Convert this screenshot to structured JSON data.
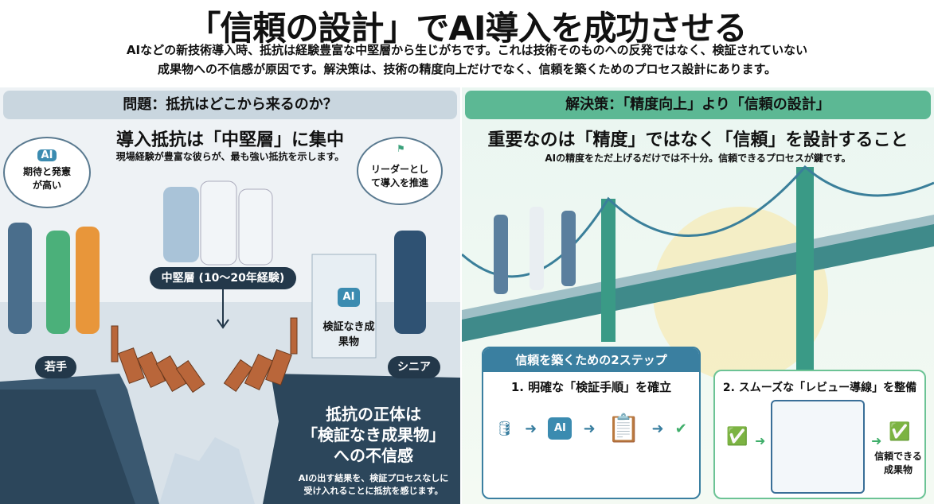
{
  "title": "「信頼の設計」でAI導入を成功させる",
  "subtitle": [
    "AIなどの新技術導入時、抵抗は経験豊富な中堅層から生じがちです。これは技術そのものへの反発ではなく、検証されていない",
    "成果物への不信感が原因です。解決策は、技術の精度向上だけでなく、信頼を築くためのプロセス設計にあります。"
  ],
  "problem": {
    "header": "問題：抵抗はどこから来るのか？",
    "heading": "導入抵抗は「中堅層」に集中",
    "subheading": "現場経験が豊富な彼らが、最も強い抵抗を示します。",
    "young_bubble": "期待と発憲が高い",
    "ai_label": "AI",
    "senior_bubble": "リーダーとして導入を推進",
    "mid_label": "中堅層 (10〜20年経験)",
    "young_label": "若手",
    "senior_label": "シニア",
    "block_label": "検証なき成果物",
    "cause_title": [
      "抵抗の正体は",
      "「検証なき成果物」",
      "への不信感"
    ],
    "cause_text": [
      "AIの出す結果を、検証プロセスなしに",
      "受け入れることに抵抗を感じます。"
    ]
  },
  "solution": {
    "header": "解決策：「精度向上」より「信頼の設計」",
    "heading": "重要なのは「精度」ではなく「信頼」を設計すること",
    "subheading": "AIの精度をただ上げるだけでは不十分。信頼できるプロセスが鍵です。",
    "steps_header": "信頼を築くための2ステップ",
    "step1": "1. 明確な「検証手順」を確立",
    "step2": "2. スムーズな「レビュー導線」を整備",
    "ai_label": "AI",
    "result_label": [
      "信頼できる",
      "成果物"
    ]
  },
  "colors": {
    "problem_header": "#c9d6df",
    "solution_header": "#5cb894",
    "dark": "#23384a",
    "accent_blue": "#3b8bb0",
    "green": "#3fae6a"
  }
}
